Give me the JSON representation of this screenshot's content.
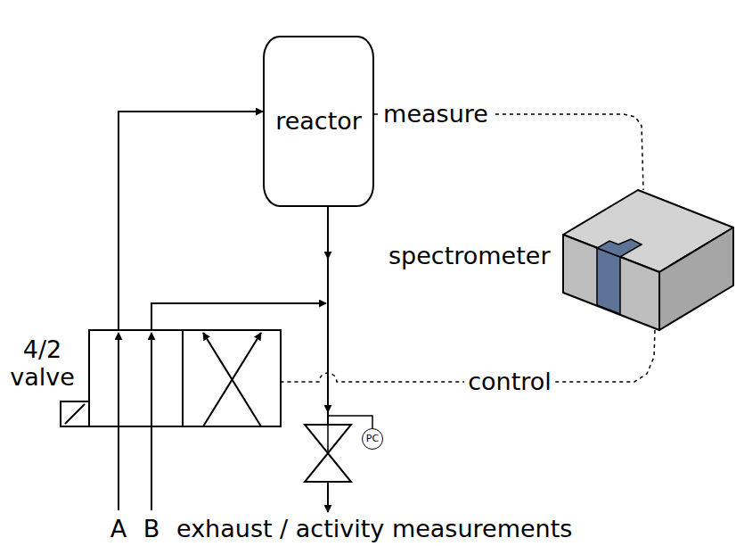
{
  "diagram": {
    "nodes": [
      {
        "text": [
          "reactor"
        ]
      },
      {
        "text": [
          "spectrometer"
        ]
      },
      {
        "text": [
          "4/2 valve"
        ]
      },
      {
        "text": [
          "PC"
        ]
      }
    ],
    "edges": [
      {
        "from": 0,
        "to": 1,
        "arrow": "none",
        "label": "measure"
      },
      {
        "from": 1,
        "to": 2,
        "arrow": "none",
        "label": "control"
      },
      {
        "from": 2,
        "to": 0,
        "arrow": "to"
      }
    ],
    "labels": [
      "A",
      "B",
      "exhaust / activity measurements"
    ]
  }
}
